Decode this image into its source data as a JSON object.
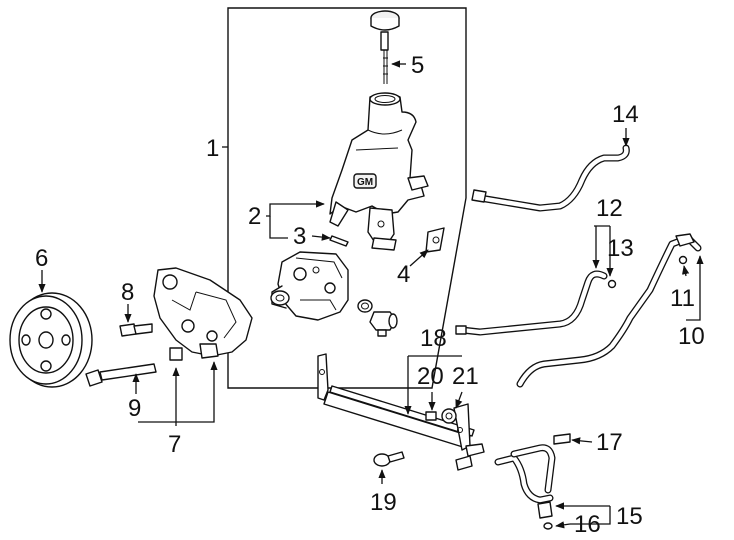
{
  "diagram": {
    "callouts": {
      "c1": "1",
      "c2": "2",
      "c3": "3",
      "c4": "4",
      "c5": "5",
      "c6": "6",
      "c7": "7",
      "c8": "8",
      "c9": "9",
      "c10": "10",
      "c11": "11",
      "c12": "12",
      "c13": "13",
      "c14": "14",
      "c15": "15",
      "c16": "16",
      "c17": "17",
      "c18": "18",
      "c19": "19",
      "c20": "20",
      "c21": "21"
    },
    "reservoir_logo": "GM"
  }
}
